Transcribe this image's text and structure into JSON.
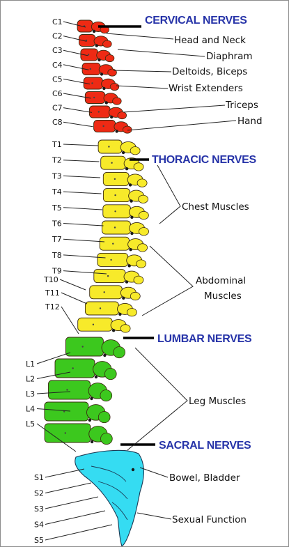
{
  "colors": {
    "cervical": "#ee2a14",
    "thoracic": "#f7ea2a",
    "lumbar": "#3cc81e",
    "sacral": "#35dcf2",
    "header_text": "#2633a8"
  },
  "headers": {
    "cervical": "CERVICAL NERVES",
    "thoracic": "THORACIC NERVES",
    "lumbar": "LUMBAR NERVES",
    "sacral": "SACRAL NERVES"
  },
  "vertebrae": [
    "C1",
    "C2",
    "C3",
    "C4",
    "C5",
    "C6",
    "C7",
    "C8",
    "T1",
    "T2",
    "T3",
    "T4",
    "T5",
    "T6",
    "T7",
    "T8",
    "T9",
    "T10",
    "T11",
    "T12",
    "L1",
    "L2",
    "L3",
    "L4",
    "L5",
    "S1",
    "S2",
    "S3",
    "S4",
    "S5"
  ],
  "muscles": {
    "head_neck": "Head and Neck",
    "diaphram": "Diaphram",
    "deltoids_biceps": "Deltoids, Biceps",
    "wrist_extenders": "Wrist Extenders",
    "triceps": "Triceps",
    "hand": "Hand",
    "chest": "Chest Muscles",
    "abdominal_1": "Abdominal",
    "abdominal_2": "Muscles",
    "leg": "Leg Muscles",
    "bowel_bladder": "Bowel,  Bladder",
    "sexual": "Sexual Function"
  }
}
